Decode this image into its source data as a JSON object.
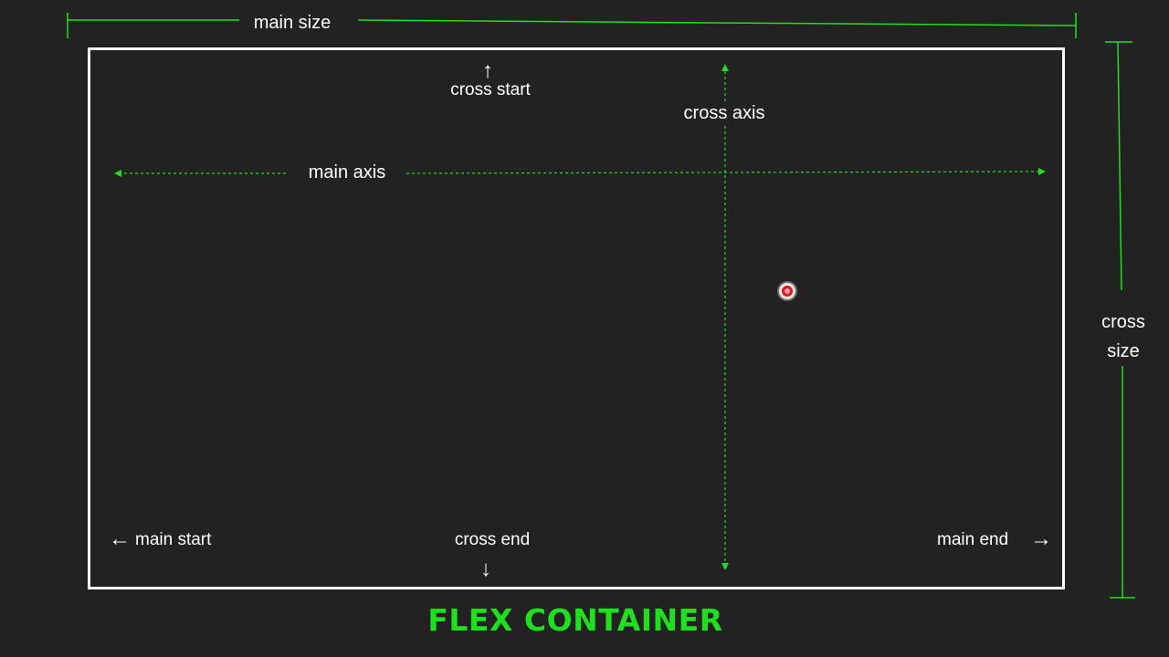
{
  "labels": {
    "main_size": "main size",
    "cross_start": "cross start",
    "cross_axis": "cross axis",
    "main_axis": "main axis",
    "cross_size": "cross size",
    "main_start": "main start",
    "cross_end": "cross end",
    "main_end": "main end",
    "title": "FLEX CONTAINER"
  },
  "colors": {
    "background": "#222222",
    "accent_green": "#1fe01f",
    "box_border": "#ffffff",
    "pointer": "#e2141a"
  },
  "icons": {
    "up_arrow": "↑",
    "down_arrow": "↓",
    "left_arrow": "←",
    "right_arrow": "→"
  }
}
